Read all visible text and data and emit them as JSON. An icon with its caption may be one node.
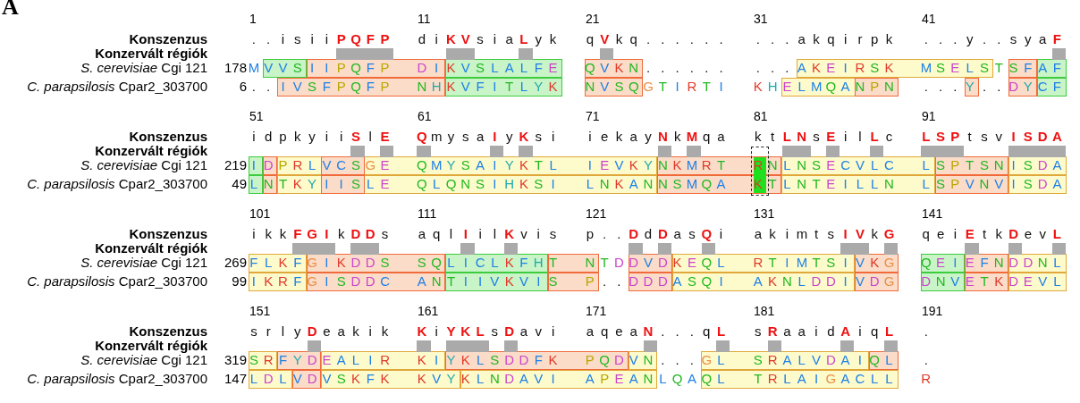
{
  "diagram": {
    "labels": [
      "A",
      "1",
      "11",
      "21",
      "31",
      "41",
      "Konszenzus",
      ". . i s i i P Q F P d i K V s i a L y k q V k q . . . . . . . . . a k q i r p k . . . y . . s y a F",
      "Konzervált régiók",
      "*S. cerevisiae* Cgi 121",
      "178",
      "M V V S I I P Q F P D I K V S L A L F E Q V K N . . . . . . . . . A K E I R S K M S E L S T S F A F",
      "*C. parapsilosis* Cpar2_303700",
      "6",
      ". . I V S F P Q F P N H K V F I T L Y K N V S Q G T I R T I K H E L M Q A N P N . . . Y . . D Y C F",
      "51",
      "61",
      "71",
      "81",
      "91",
      "Konszenzus",
      "i d p k y i i S l E Q m y s a I y K s i i e k a y N k M q a k t L N s E i l L c L S P t s v I S D A",
      "Konzervált régiók",
      "*S. cerevisiae* Cgi 121",
      "219",
      "I D P R L V C S G E Q M Y S A I Y K T L I E V K Y N K M R T R N L N S E C V L C L S P T S N I S D A",
      "*C. parapsilosis* Cpar2_303700",
      "49",
      "L N T K Y I I S L E Q L Q N S I H K S I L N K A N N S M Q A K T L N T E I L L N L S P V N V I S D A",
      "101",
      "111",
      "121",
      "131",
      "141",
      "Konszenzus",
      "i k k F G I k D D s a q l I i l K v i s p . . D d D a s Q i a k i m t s I V k G q e i E t k D e v L",
      "Konzervált régiók",
      "*S. cerevisiae* Cgi 121",
      "269",
      "F L K F G I K D D S S Q L I C L K F H T N T D D V D K E Q L R T I M T S I V K G Q E I E F N D D N L",
      "*C. parapsilosis* Cpar2_303700",
      "99",
      "I K R F G I S D D C A N T I I V K V I S P . . D D D A S Q I A K N L D D I V D G D N V E T K D E V L",
      "151",
      "161",
      "171",
      "181",
      "191",
      "Konszenzus",
      "s r l y D e a k i k K i Y K L s D a v i a q e a N . . . q L s R a a i d A i q L .",
      "Konzervált régiók",
      "*S. cerevisiae* Cgi 121",
      "319",
      "S R F Y D E A L I R K I Y K L S D D F K P Q D V N . . . G L S R A L V D A I Q L .",
      "*C. parapsilosis* Cpar2_303700",
      "147",
      "L D L V D V S K F K K V Y K L N D A V I A P E A N L Q A Q L T R L A I G A C L L R"
    ]
  }
}
